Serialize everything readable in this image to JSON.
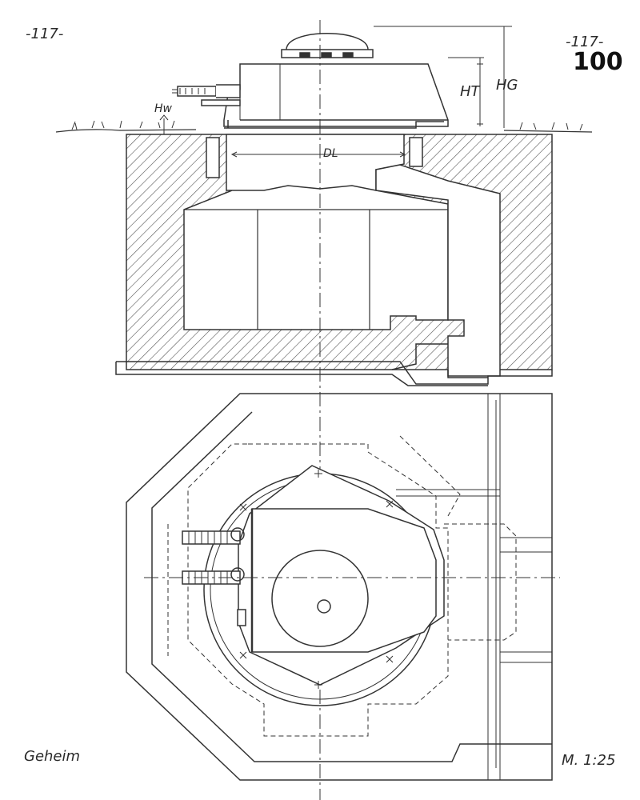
{
  "sheet": {
    "page_number_left": "-117-",
    "page_number_right": "-117-",
    "sheet_number": "100",
    "classification": "Geheim",
    "scale": "M. 1:25"
  },
  "dimensions": {
    "hw": "Hw",
    "ht": "HT",
    "hg": "HG",
    "dl": "DL"
  }
}
